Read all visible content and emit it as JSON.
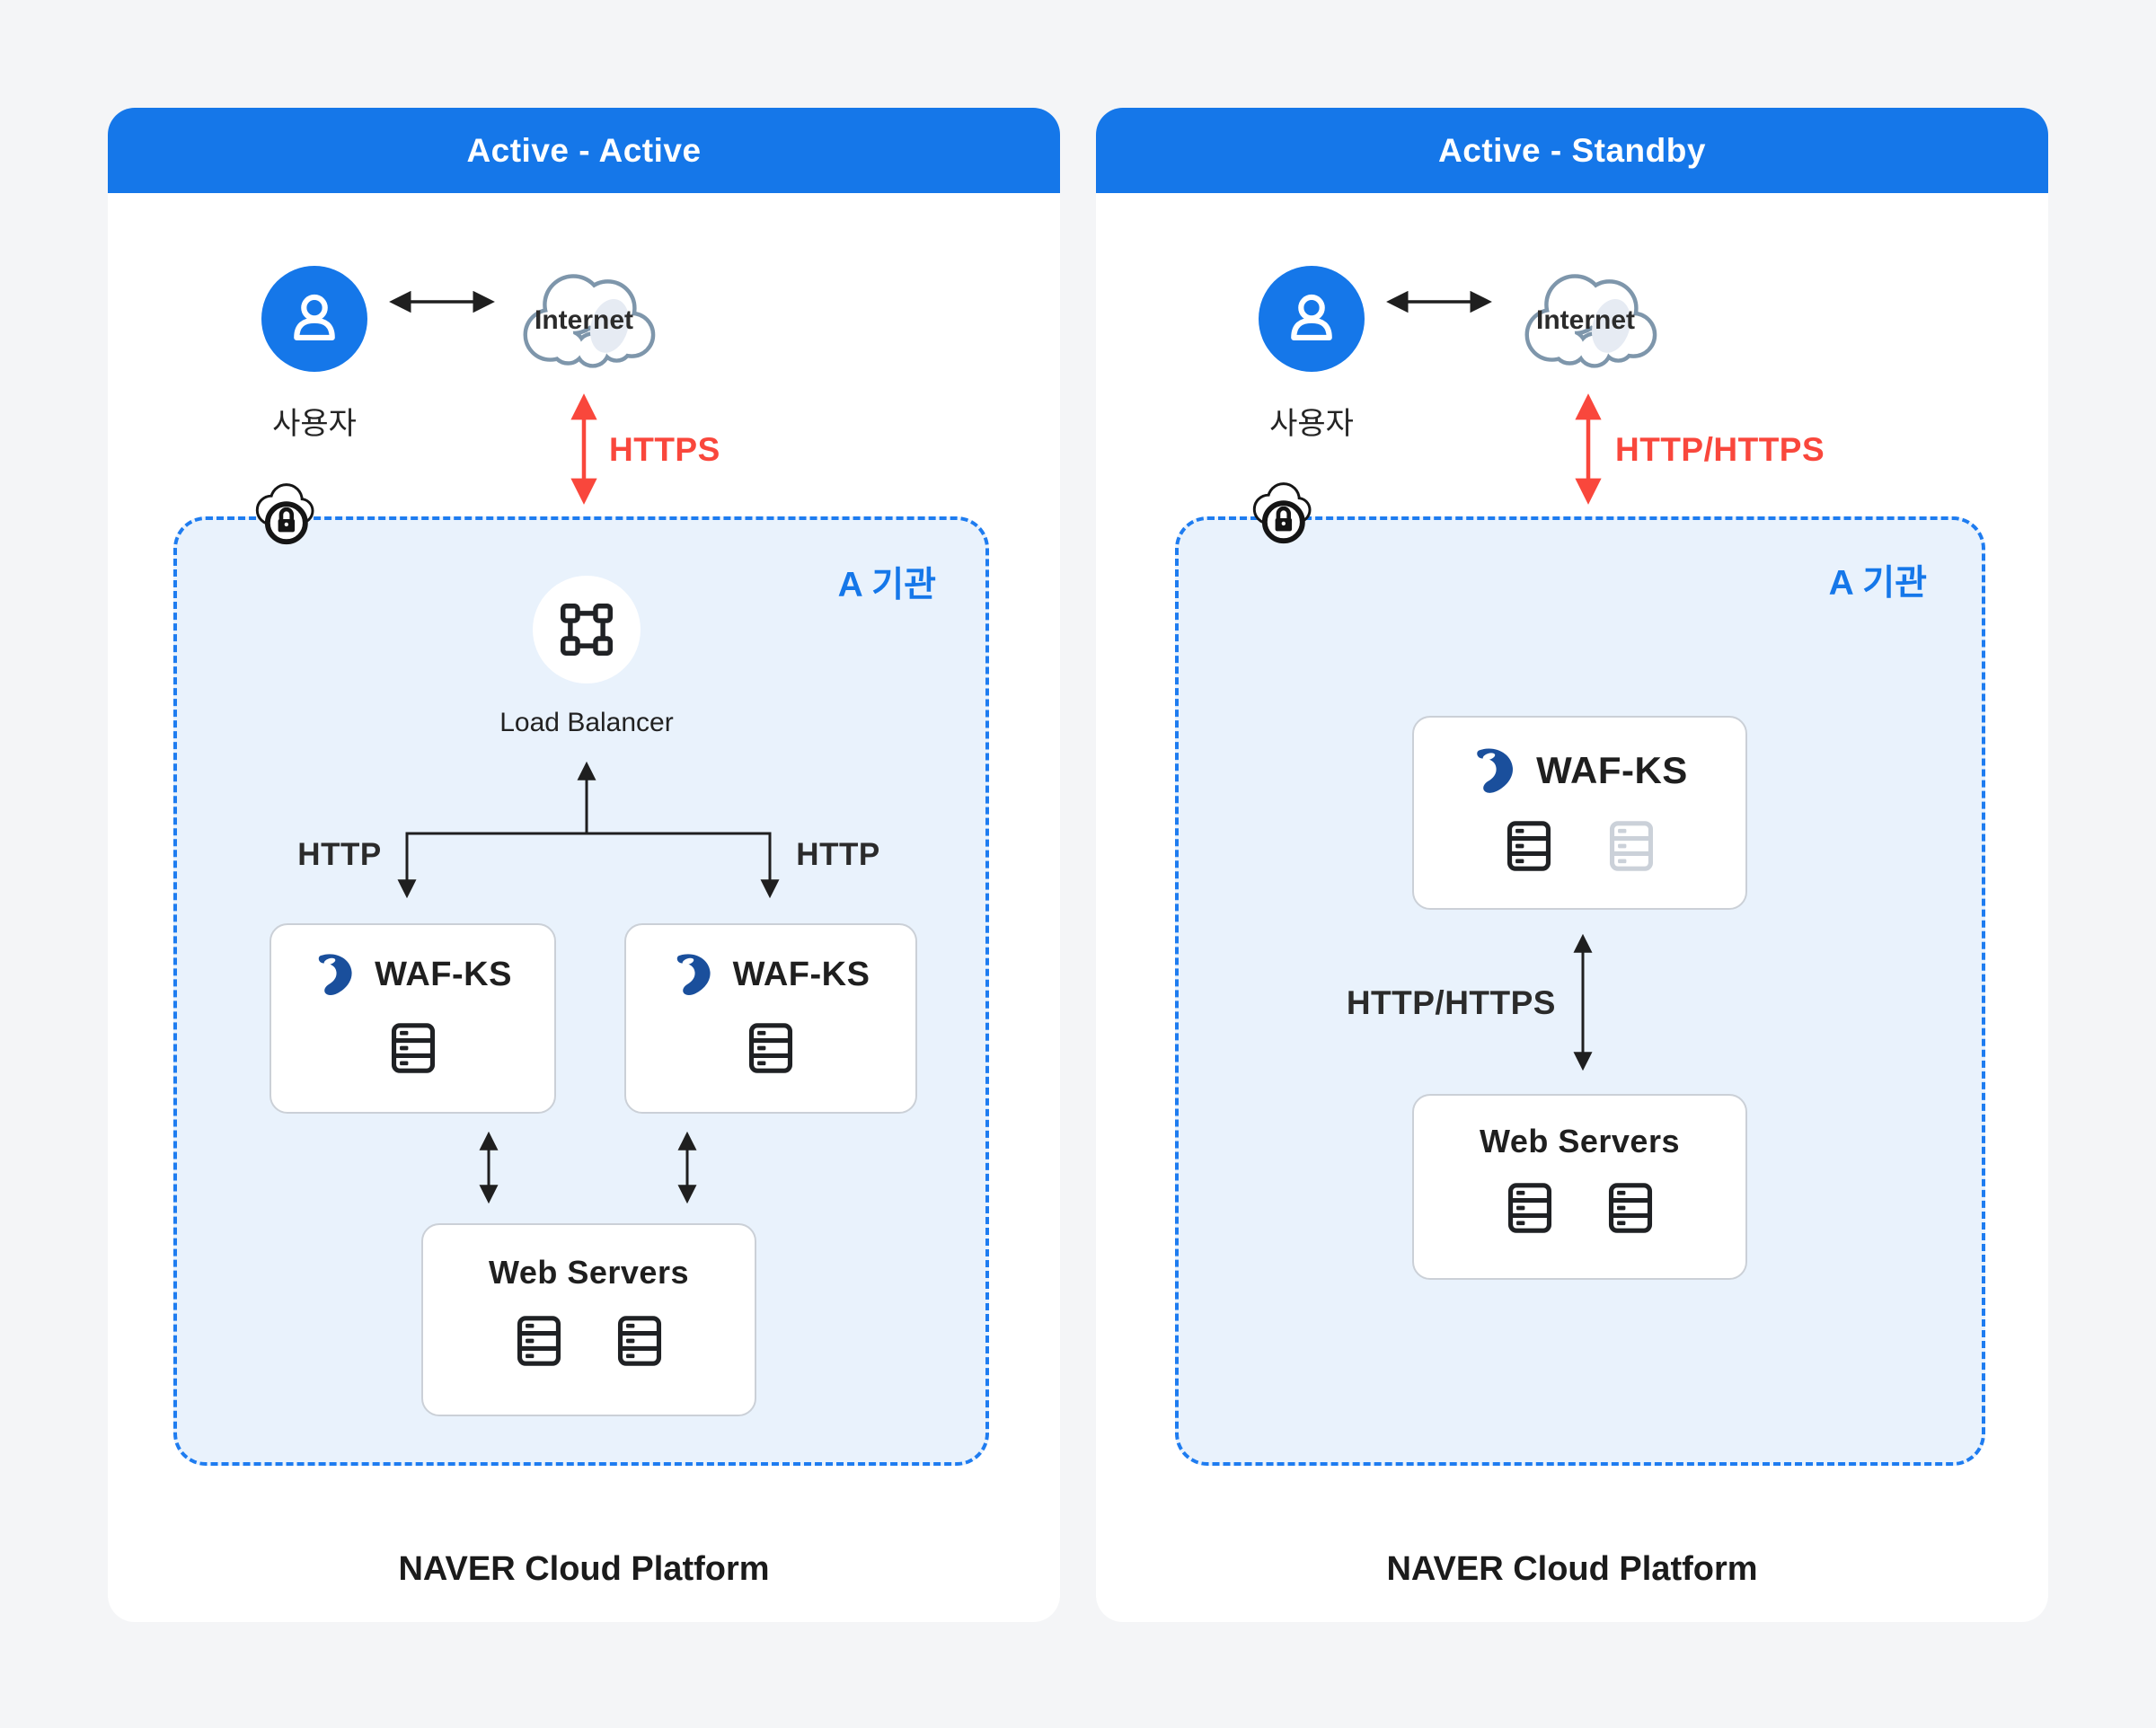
{
  "page": {
    "background": "#F4F5F7"
  },
  "colors": {
    "header_blue": "#1577E9",
    "zone_border_blue": "#1E7CF0",
    "zone_fill_blue": "#E9F2FC",
    "zone_label_blue": "#1577E9",
    "protocol_red": "#F9473C",
    "waf_logo_blue": "#1A4F9C",
    "standby_gray": "#CBD1D9"
  },
  "icons": [
    "user-icon",
    "internet-cloud-icon",
    "secure-cloud-lock-icon",
    "load-balancer-icon",
    "waf-logo-icon",
    "server-icon",
    "server-standby-icon"
  ],
  "panels": {
    "left": {
      "title": "Active - Active",
      "user_label": "사용자",
      "internet_label": "Internet",
      "edge_protocol": "HTTPS",
      "zone_label": "A 기관",
      "load_balancer_label": "Load Balancer",
      "branch_protocol_left": "HTTP",
      "branch_protocol_right": "HTTP",
      "waf_box_1_label": "WAF-KS",
      "waf_box_2_label": "WAF-KS",
      "web_servers_label": "Web Servers",
      "platform_label": "NAVER Cloud Platform"
    },
    "right": {
      "title": "Active - Standby",
      "user_label": "사용자",
      "internet_label": "Internet",
      "edge_protocol": "HTTP/HTTPS",
      "zone_label": "A 기관",
      "waf_box_label": "WAF-KS",
      "internal_protocol": "HTTP/HTTPS",
      "web_servers_label": "Web Servers",
      "platform_label": "NAVER Cloud Platform"
    }
  }
}
